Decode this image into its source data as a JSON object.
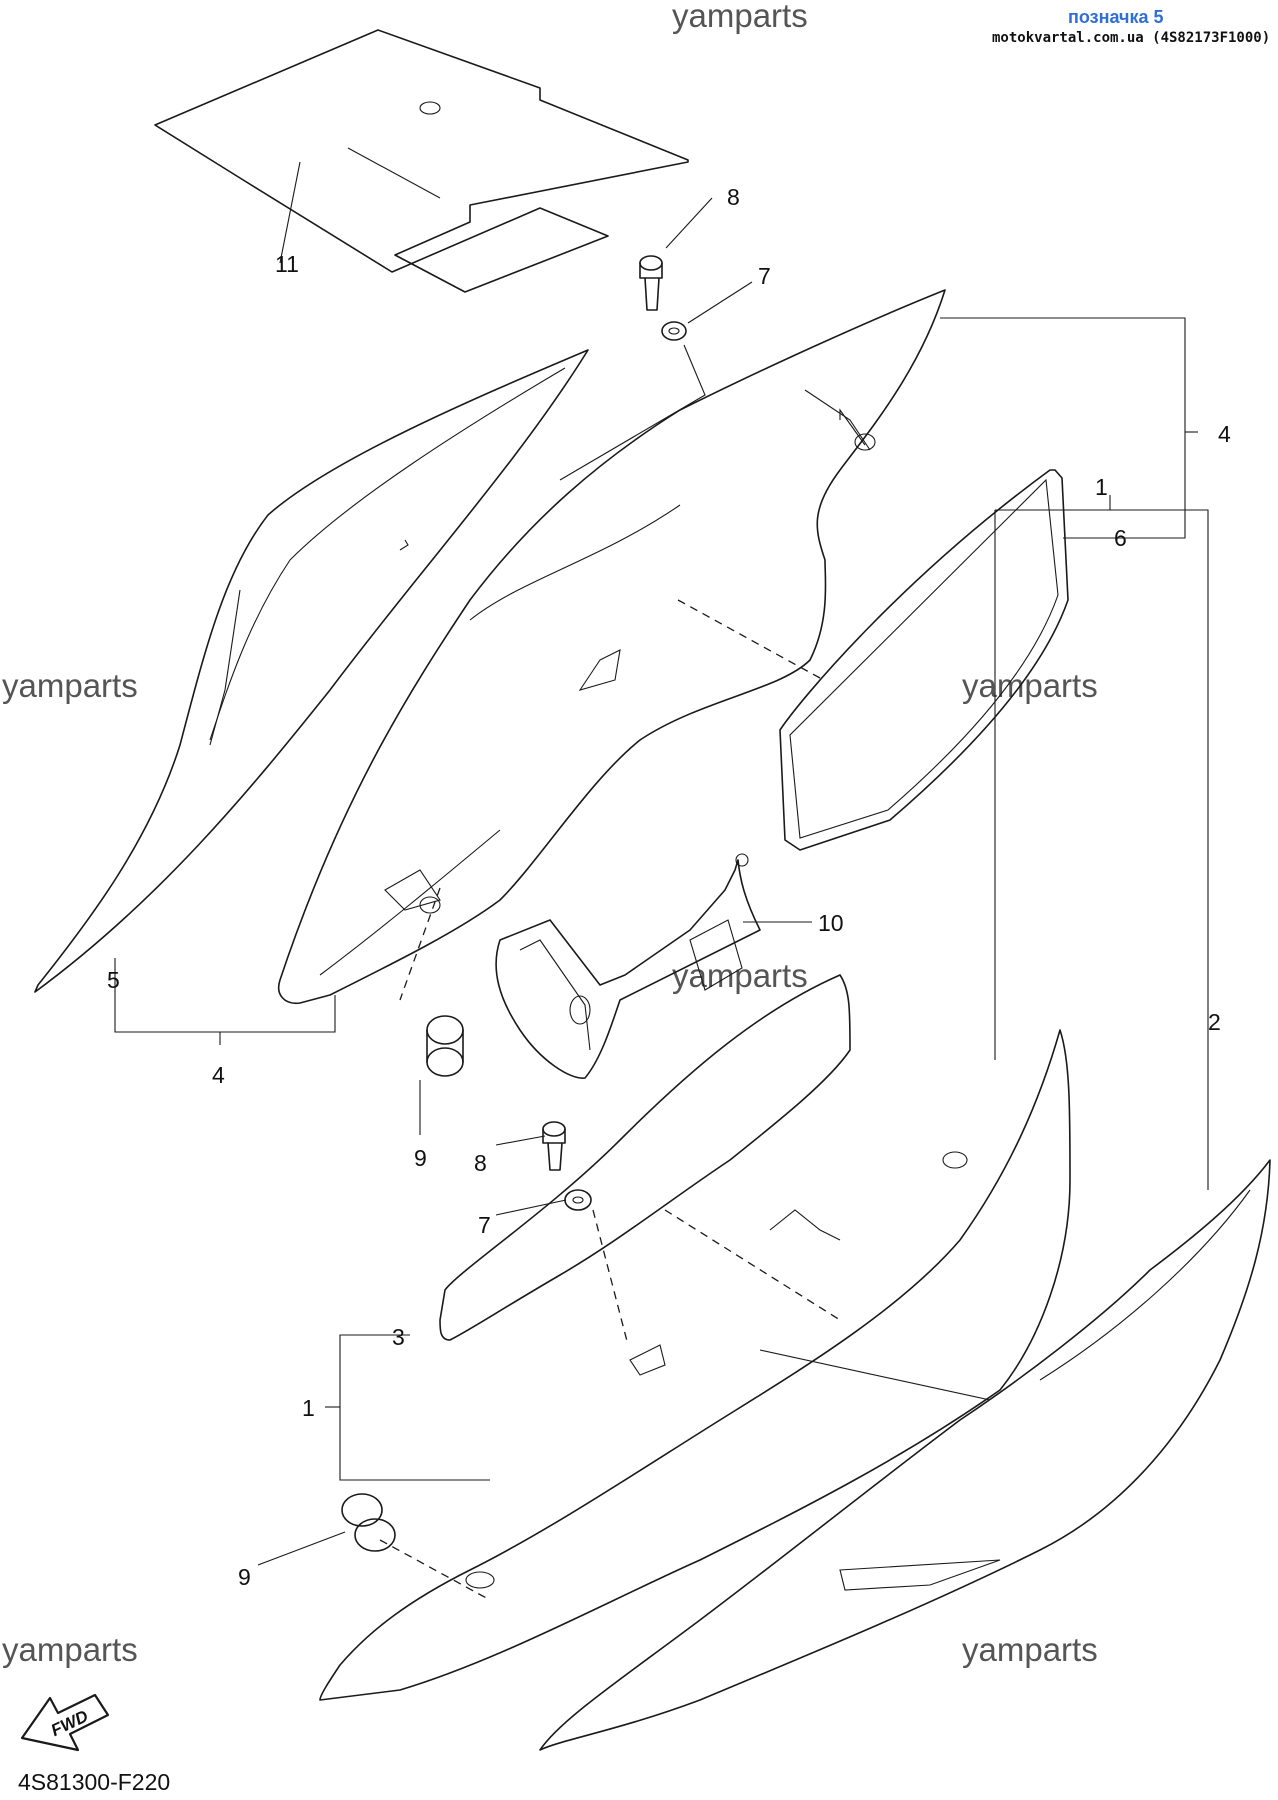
{
  "header": {
    "label": "позначка 5",
    "source": "motokvartal.com.ua (4S82173F1000)"
  },
  "watermark": "yamparts",
  "diagram_code": "4S81300-F220",
  "fwd_label": "FWD",
  "callouts": {
    "c1": "1",
    "c2": "2",
    "c3": "3",
    "c4": "4",
    "c5": "5",
    "c6": "6",
    "c7": "7",
    "c8": "8",
    "c9": "9",
    "c10": "10",
    "c11": "11"
  }
}
